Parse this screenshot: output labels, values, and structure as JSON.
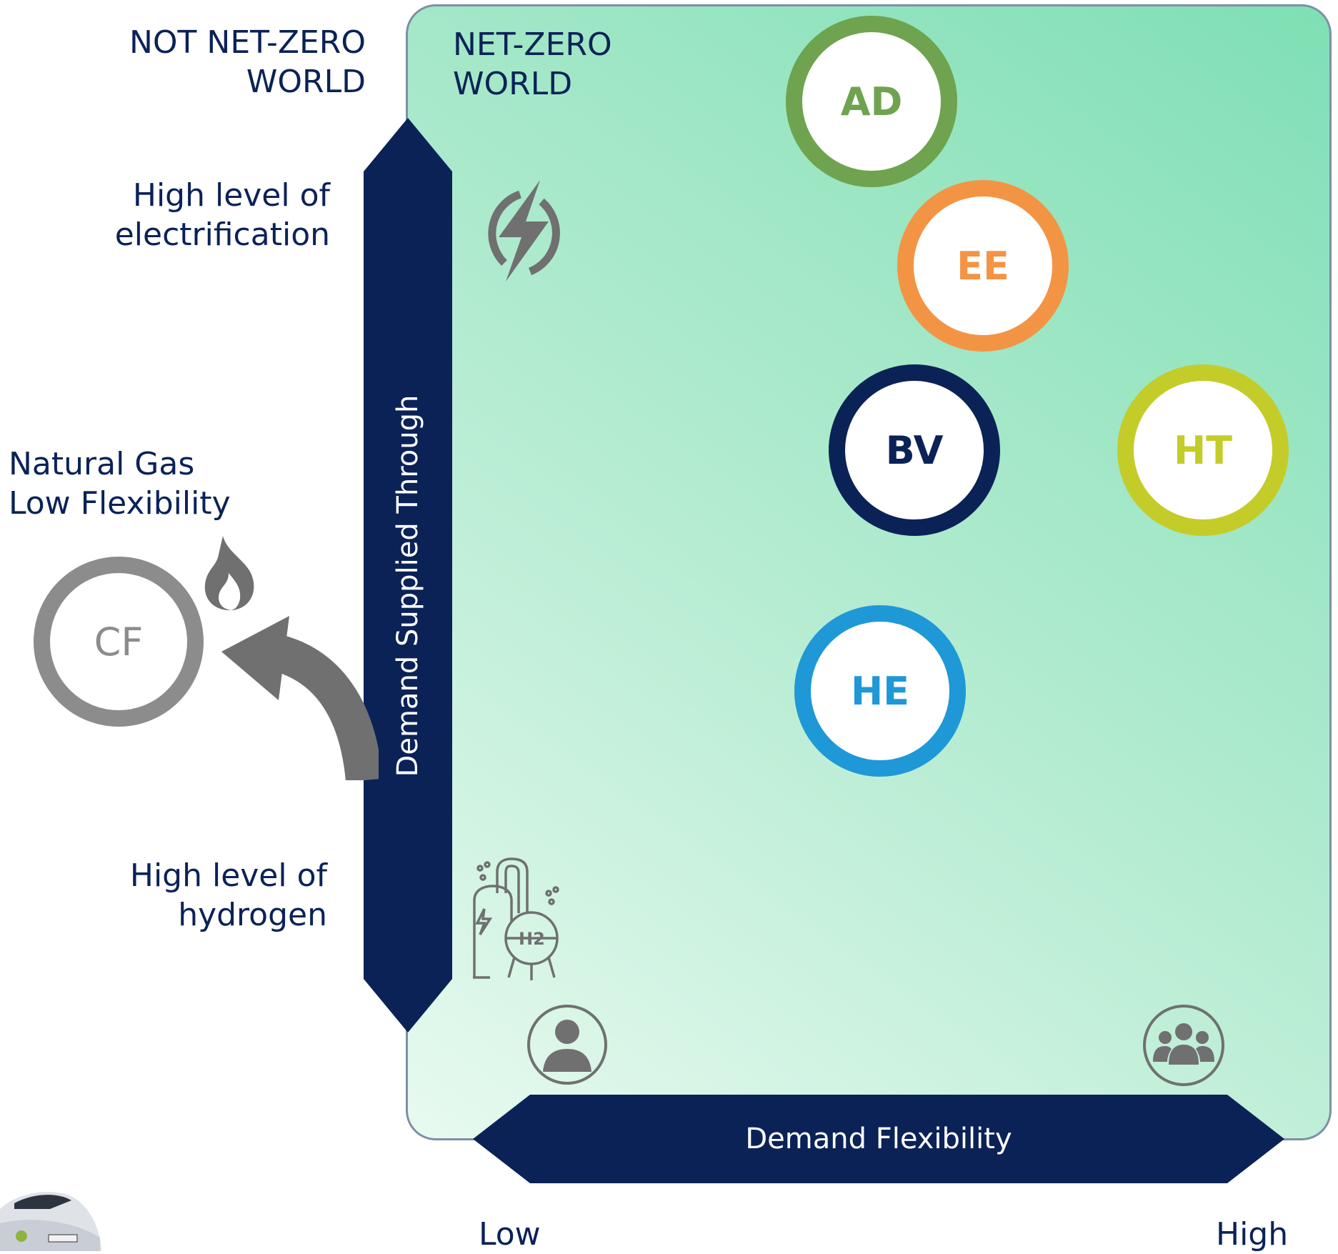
{
  "labels": {
    "not_net_zero_line1": "NOT NET-ZERO",
    "not_net_zero_line2": "WORLD",
    "net_zero_line1": "NET-ZERO",
    "net_zero_line2": "WORLD",
    "electrification_line1": "High level of",
    "electrification_line2": "electrification",
    "natural_gas_line1": "Natural Gas",
    "natural_gas_line2": "Low Flexibility",
    "hydrogen_line1": "High level of",
    "hydrogen_line2": "hydrogen",
    "low": "Low",
    "high": "High"
  },
  "axes": {
    "vertical": "Demand Supplied Through",
    "horizontal": "Demand Flexibility"
  },
  "bubbles": [
    {
      "id": "AD",
      "color": "#6fa34f"
    },
    {
      "id": "EE",
      "color": "#f39445"
    },
    {
      "id": "BV",
      "color": "#0b2257"
    },
    {
      "id": "HT",
      "color": "#c4cc2a"
    },
    {
      "id": "HE",
      "color": "#1f98d7"
    },
    {
      "id": "CF",
      "color": "#8c8c8c"
    }
  ],
  "icons": [
    "lightning-icon",
    "flame-icon",
    "curved-arrow-icon",
    "hydrogen-tank-icon",
    "single-person-icon",
    "group-people-icon",
    "car-image"
  ],
  "colors": {
    "navy": "#0b2257",
    "panel_start": "#e8faf0",
    "panel_end": "#7fdfb4",
    "icon_grey": "#707070"
  }
}
